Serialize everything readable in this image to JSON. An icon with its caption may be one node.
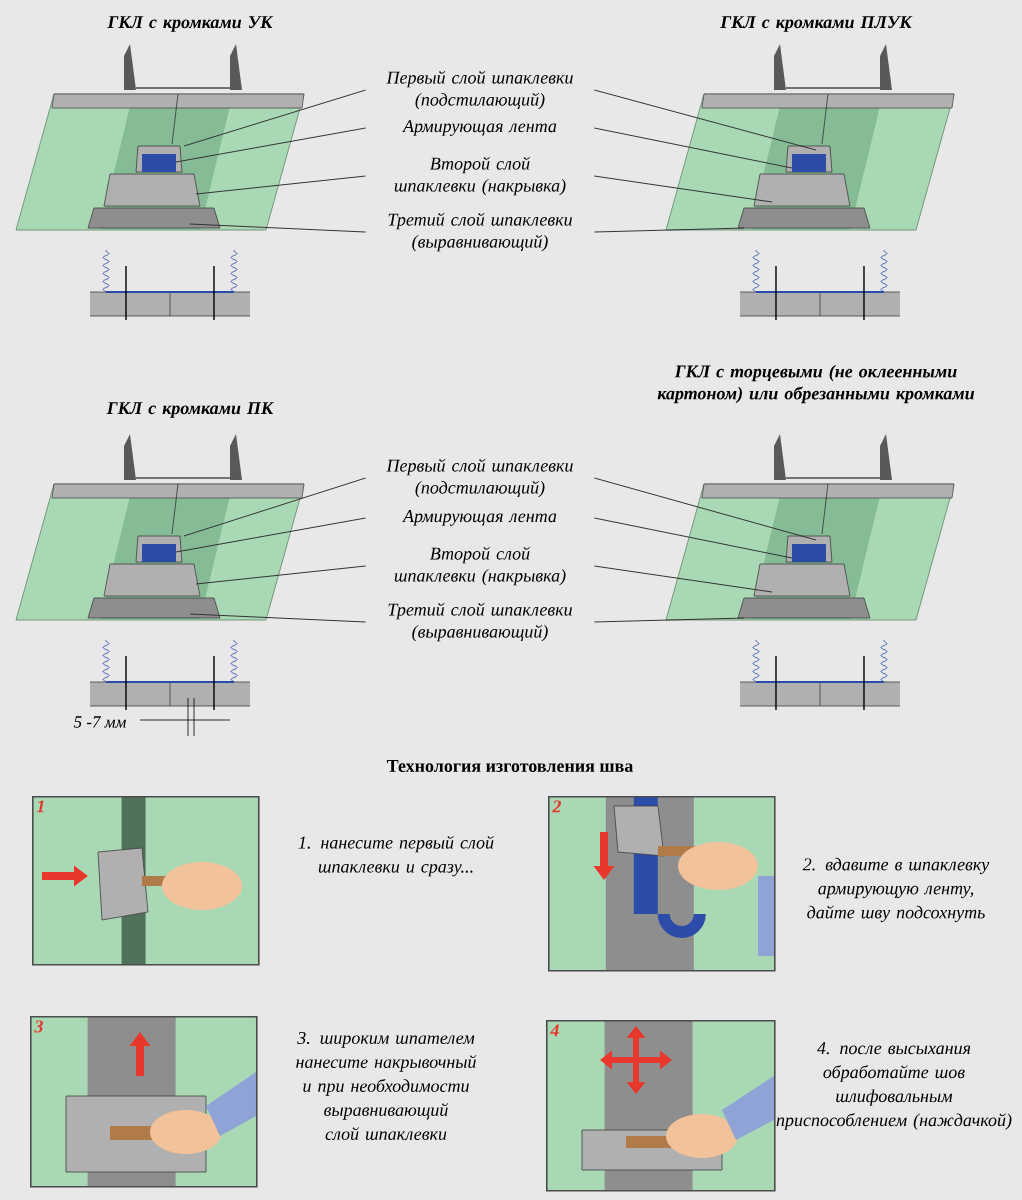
{
  "diagram": {
    "nodes": [
      {
        "text": [
          "ГКЛ с кромками УК"
        ]
      },
      {
        "text": [
          "ГКЛ с кромками ПЛУК"
        ]
      },
      {
        "text": [
          "Первый слой шпаклевки (подстилающий)"
        ]
      },
      {
        "text": [
          "Армирующая лента"
        ]
      },
      {
        "text": [
          "Второй слой шпаклевки (накрывка)"
        ]
      },
      {
        "text": [
          "Третий слой шпаклевки (выравнивающий)"
        ]
      },
      {
        "text": [
          "ГКЛ с торцевыми (не оклеенными картоном) или обрезанными кромками"
        ]
      },
      {
        "text": [
          "ГКЛ с кромками ПК"
        ]
      },
      {
        "text": [
          "Первый слой шпаклевки (подстилающий)"
        ]
      },
      {
        "text": [
          "Армирующая лента"
        ]
      },
      {
        "text": [
          "Второй слой шпаклевки (накрывка)"
        ]
      },
      {
        "text": [
          "Третий слой шпаклевки (выравнивающий)"
        ]
      },
      {
        "text": [
          "1"
        ],
        "beside": [
          "1. нанесите первый слой шпаклевки и сразу..."
        ]
      },
      {
        "text": [
          "2"
        ],
        "beside": [
          "2. вдавите в шпаклевку армирующую ленту, дайте шву подсохнуть"
        ]
      },
      {
        "text": [
          "3"
        ],
        "beside": [
          "3. широким шпателем нанесите накрывочный и при необходимости выравнивающий слой шпаклевки"
        ]
      },
      {
        "text": [
          "4"
        ],
        "beside": [
          "4. после высыхания обработайте шов шлифовальным приспособлением (наждачкой)"
        ]
      }
    ],
    "edges": [
      {
        "from": 2,
        "to": 0,
        "arrow": "none"
      },
      {
        "from": 2,
        "to": 1,
        "arrow": "none"
      },
      {
        "from": 3,
        "to": 0,
        "arrow": "none"
      },
      {
        "from": 3,
        "to": 1,
        "arrow": "none"
      },
      {
        "from": 4,
        "to": 0,
        "arrow": "none"
      },
      {
        "from": 4,
        "to": 1,
        "arrow": "none"
      },
      {
        "from": 5,
        "to": 0,
        "arrow": "none"
      },
      {
        "from": 5,
        "to": 1,
        "arrow": "none"
      },
      {
        "from": 8,
        "to": 7,
        "arrow": "none"
      },
      {
        "from": 8,
        "to": 6,
        "arrow": "none"
      },
      {
        "from": 9,
        "to": 7,
        "arrow": "none"
      },
      {
        "from": 9,
        "to": 6,
        "arrow": "none"
      },
      {
        "from": 10,
        "to": 7,
        "arrow": "none"
      },
      {
        "from": 10,
        "to": 6,
        "arrow": "none"
      },
      {
        "from": 11,
        "to": 7,
        "arrow": "none"
      },
      {
        "from": 11,
        "to": 6,
        "arrow": "none"
      }
    ],
    "labels": [
      "5 -7 мм",
      "Технология изготовления шва"
    ]
  }
}
